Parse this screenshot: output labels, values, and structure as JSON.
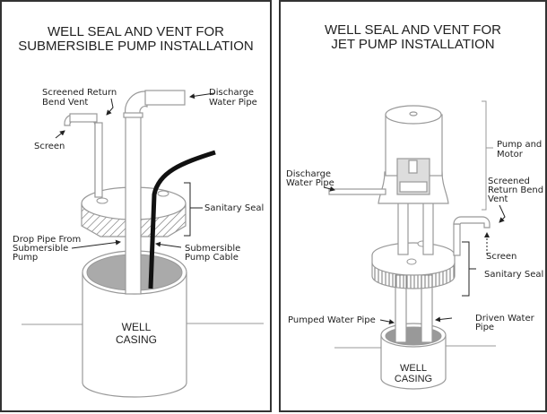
{
  "left": {
    "title_line1": "WELL SEAL AND VENT FOR",
    "title_line2": "SUBMERSIBLE PUMP INSTALLATION",
    "labels": {
      "vent_1": "Screened Return",
      "vent_2": "Bend Vent",
      "discharge_1": "Discharge",
      "discharge_2": "Water Pipe",
      "screen": "Screen",
      "seal": "Sanitary Seal",
      "drop_1": "Drop Pipe From",
      "drop_2": "Submersible",
      "drop_3": "Pump",
      "cable_1": "Submersible",
      "cable_2": "Pump Cable",
      "casing_1": "WELL",
      "casing_2": "CASING"
    }
  },
  "right": {
    "title_line1": "WELL SEAL AND VENT FOR",
    "title_line2": "JET PUMP INSTALLATION",
    "labels": {
      "pump_1": "Pump and",
      "pump_2": "Motor",
      "discharge_1": "Discharge",
      "discharge_2": "Water Pipe",
      "vent_1": "Screened",
      "vent_2": "Return Bend",
      "vent_3": "Vent",
      "screen": "Screen",
      "seal": "Sanitary Seal",
      "pumped": "Pumped Water Pipe",
      "driven_1": "Driven Water",
      "driven_2": "Pipe",
      "casing_1": "WELL",
      "casing_2": "CASING"
    }
  },
  "colors": {
    "line": "#999999",
    "dark": "#222222",
    "fill_gray": "#aaaaaa",
    "cable": "#111111"
  }
}
